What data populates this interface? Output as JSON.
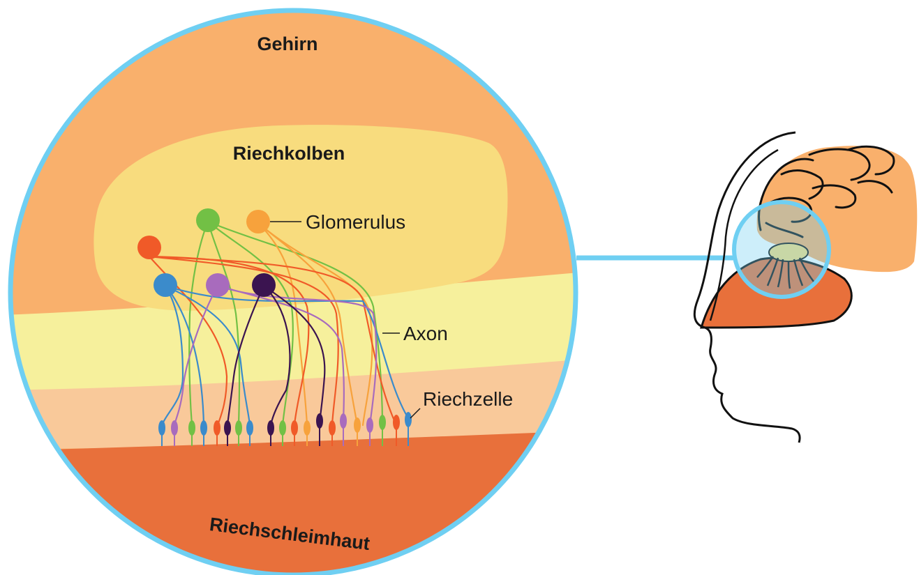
{
  "labels": {
    "brain": "Gehirn",
    "olfactory_bulb": "Riechkolben",
    "glomerulus": "Glomerulus",
    "axon": "Axon",
    "receptor_cell": "Riechzelle",
    "olfactory_mucosa": "Riechschleimhaut"
  },
  "colors": {
    "brain": "#f9b06c",
    "olfactory_bulb": "#f8dc7e",
    "cribriform_band": "#f6f09c",
    "mucosa_upper": "#f9c99a",
    "mucosa": "#e8703b",
    "circle_border": "#6fcff2",
    "glomerulus_red": "#f05a28",
    "glomerulus_green": "#72c045",
    "glomerulus_orange": "#f7a23c",
    "glomerulus_blue": "#3b8bcb",
    "glomerulus_purple": "#a86bbd",
    "glomerulus_dark": "#3b1450"
  }
}
